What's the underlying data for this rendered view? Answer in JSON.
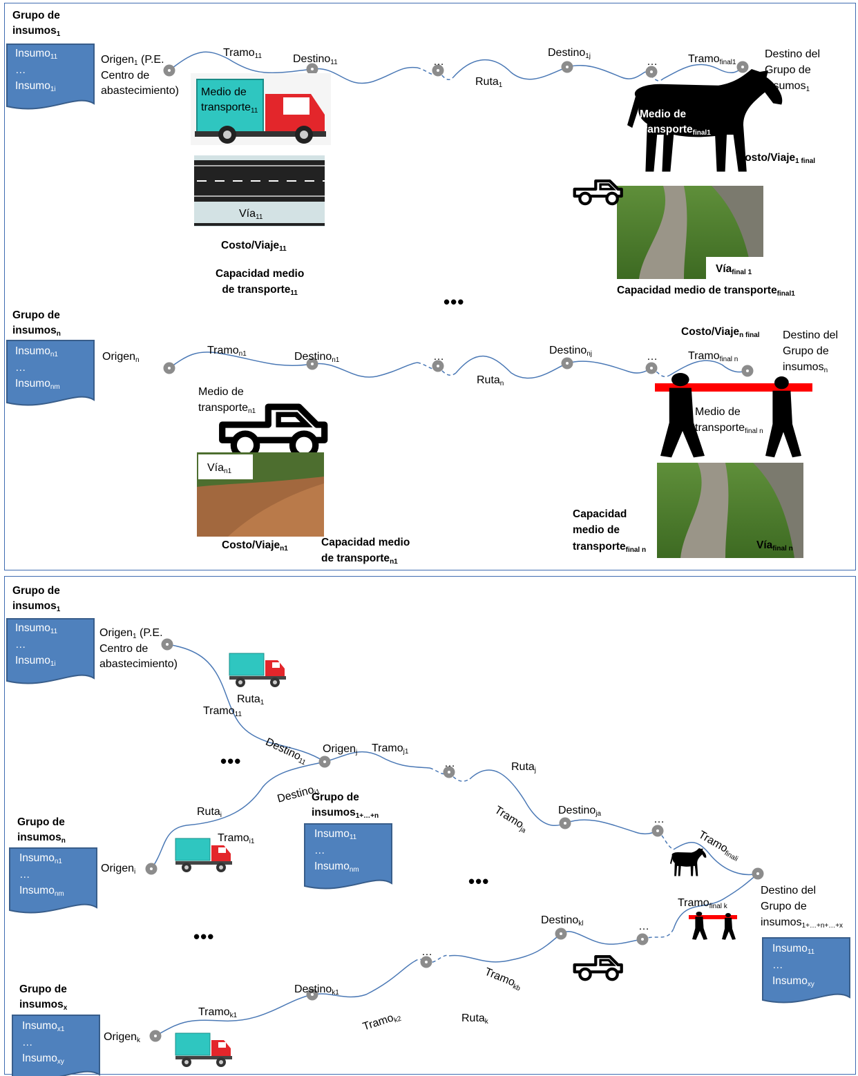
{
  "colors": {
    "panel_border": "#3d6ab0",
    "doc_fill": "#4f81bd",
    "doc_stroke": "#385d8a",
    "route_line": "#4a78b5",
    "node_fill": "#8c8c8c",
    "red_bar": "#ff0000",
    "truck_cab": "#e3262b",
    "truck_cargo": "#2fc6c0"
  },
  "icons": [
    "document-shape-icon",
    "route-node-icon",
    "box-truck-icon",
    "pickup-truck-icon",
    "donkey-icon",
    "porters-carrying-pole-icon",
    "road-asphalt-icon",
    "dirt-road-photo-icon",
    "footpath-photo-icon"
  ],
  "top": {
    "g1": {
      "title1": "Grupo de",
      "title2": "insumos",
      "title2_sub": "1",
      "i1": "Insumo",
      "i1_sub": "11",
      "dots": "…",
      "i2": "Insumo",
      "i2_sub": "1i"
    },
    "origin1_a": "Origen",
    "origin1_a_sub": "1",
    "origin1_a_tail": " (P.E.",
    "origin1_b": "Centro de",
    "origin1_c": "abastecimiento)",
    "tramo11": "Tramo",
    "tramo11_sub": "11",
    "destino11": "Destino",
    "destino11_sub": "11",
    "ellipsis": "…",
    "ruta1": "Ruta",
    "ruta1_sub": "1",
    "destino1j": "Destino",
    "destino1j_sub": "1j",
    "tramofinal1": "Tramo",
    "tramofinal1_sub": "final1",
    "dest_group_a": "Destino del",
    "dest_group_b": "Grupo de",
    "dest_group_c": "insumos",
    "dest_group_c_sub": "1",
    "medio11_a": "Medio de",
    "medio11_b": "transporte",
    "medio11_b_sub": "11",
    "via11": "Vía",
    "via11_sub": "11",
    "costo11": "Costo/Viaje",
    "costo11_sub": "11",
    "capacidad11_a": "Capacidad medio",
    "capacidad11_b": "de transporte",
    "capacidad11_b_sub": "11",
    "mediofinal1_a": "Medio de",
    "mediofinal1_b": "transporte",
    "mediofinal1_b_sub": "final1",
    "costofinal1": "Costo/Viaje",
    "costofinal1_sub": "1 final",
    "viafinal1": "Vía",
    "viafinal1_sub": "final 1",
    "capacidadfinal1": "Capacidad medio de transporte",
    "capacidadfinal1_sub": "final1",
    "middle_dots": "•••",
    "gn": {
      "title1": "Grupo de",
      "title2": "insumos",
      "title2_sub": "n",
      "i1": "Insumo",
      "i1_sub": "n1",
      "dots": "…",
      "i2": "Insumo",
      "i2_sub": "nm"
    },
    "originn": "Origen",
    "originn_sub": "n",
    "tramon1": "Tramo",
    "tramon1_sub": "n1",
    "destinon1": "Destino",
    "destinon1_sub": "n1",
    "rutan": "Ruta",
    "rutan_sub": "n",
    "destinonj": "Destino",
    "destinonj_sub": "nj",
    "costofinaln": "Costo/Viaje",
    "costofinaln_sub": "n final",
    "tramofinaln": "Tramo",
    "tramofinaln_sub": "final n",
    "dest_group_n_a": "Destino del",
    "dest_group_n_b": "Grupo de",
    "dest_group_n_c": "insumos",
    "dest_group_n_c_sub": "n",
    "median1_a": "Medio de",
    "median1_b": "transporte",
    "median1_b_sub": "n1",
    "vian1": "Vía",
    "vian1_sub": "n1",
    "mediofinaln_a": "Medio de",
    "mediofinaln_b": "transporte",
    "mediofinaln_b_sub": "final n",
    "coston1": "Costo/Viaje",
    "coston1_sub": "n1",
    "capacidadn1_a": "Capacidad medio",
    "capacidadn1_b": "de transporte",
    "capacidadn1_b_sub": "n1",
    "capacidadfinaln_a": "Capacidad",
    "capacidadfinaln_b": "medio de",
    "capacidadfinaln_c": "transporte",
    "capacidadfinaln_c_sub": "final n",
    "viafinaln": "Vía",
    "viafinaln_sub": "final n"
  },
  "bottom": {
    "g1": {
      "title1": "Grupo de",
      "title2": "insumos",
      "title2_sub": "1",
      "i1": "Insumo",
      "i1_sub": "11",
      "dots": "…",
      "i2": "Insumo",
      "i2_sub": "1i"
    },
    "origin1_a": "Origen",
    "origin1_a_sub": "1",
    "origin1_a_tail": " (P.E.",
    "origin1_b": "Centro de",
    "origin1_c": "abastecimiento)",
    "ruta1": "Ruta",
    "ruta1_sub": "1",
    "tramo11": "Tramo",
    "tramo11_sub": "11",
    "destino11": "Destino",
    "destino11_sub": "11",
    "originj": "Origen",
    "originj_sub": "j",
    "tramoj1": "Tramo",
    "tramoj1_sub": "j1",
    "rutaj": "Ruta",
    "rutaj_sub": "j",
    "destinoi1": "Destino",
    "destinoi1_sub": "i1",
    "rutai": "Ruta",
    "rutai_sub": "i",
    "tramoi1": "Tramo",
    "tramoi1_sub": "i1",
    "origini": "Origen",
    "origini_sub": "i",
    "gcombined": {
      "title1": "Grupo de",
      "title2": "insumos",
      "title2_sub": "1+…+n",
      "i1": "Insumo",
      "i1_sub": "11",
      "dots": "…",
      "i2": "Insumo",
      "i2_sub": "nm"
    },
    "gn": {
      "title1": "Grupo de",
      "title2": "insumos",
      "title2_sub": "n",
      "i1": "Insumo",
      "i1_sub": "n1",
      "dots": "…",
      "i2": "Insumo",
      "i2_sub": "nm"
    },
    "tramoja": "Tramo",
    "tramoja_sub": "ja",
    "destinoja": "Destino",
    "destinoja_sub": "ja",
    "tramofinali": "Tramo",
    "tramofinali_sub": "finali",
    "ellipsis": "…",
    "middle_dots": "•••",
    "dest_a": "Destino del",
    "dest_b": "Grupo de",
    "dest_c": "insumos",
    "dest_c_sub": "1+…+n+…+x",
    "tramofinalk": "Tramo",
    "tramofinalk_sub": "final k",
    "destinokl": "Destino",
    "destinokl_sub": "kl",
    "gfinal": {
      "i1": "Insumo",
      "i1_sub": "11",
      "dots": "…",
      "i2": "Insumo",
      "i2_sub": "xy"
    },
    "tramokb": "Tramo",
    "tramokb_sub": "kb",
    "destinok1": "Destino",
    "destinok1_sub": "k1",
    "tramok2": "Tramo",
    "tramok2_sub": "k2",
    "rutak": "Ruta",
    "rutak_sub": "k",
    "tramok1": "Tramo",
    "tramok1_sub": "k1",
    "origink": "Origen",
    "origink_sub": "k",
    "gx": {
      "title1": "Grupo de",
      "title2": "insumos",
      "title2_sub": "x",
      "i1": "Insumo",
      "i1_sub": "x1",
      "dots": "…",
      "i2": "Insumo",
      "i2_sub": "xy"
    }
  }
}
